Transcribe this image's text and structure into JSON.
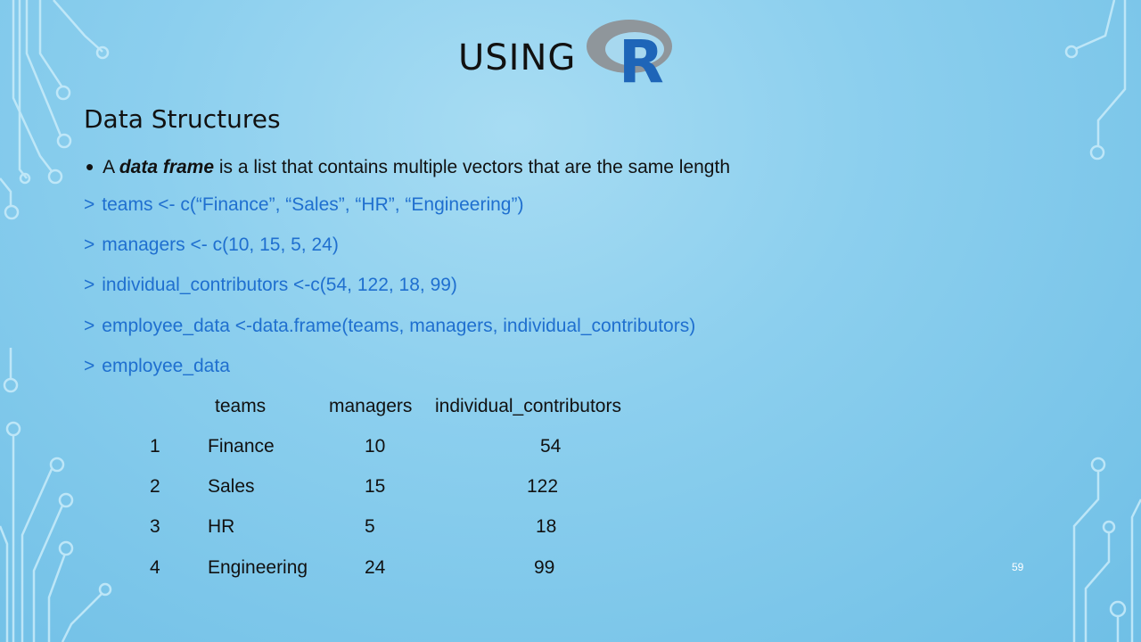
{
  "title": "USING",
  "logo": "R",
  "heading": "Data Structures",
  "bullet": {
    "before": "A",
    "emph": "data frame",
    "after": "is a list that contains multiple vectors that are the same length"
  },
  "code_lines": [
    {
      "prompt": ">",
      "text": "teams <- c(“Finance”, “Sales”, “HR”, “Engineering”)"
    },
    {
      "prompt": ">",
      "text": "managers <- c(10, 15, 5, 24)"
    },
    {
      "prompt": ">",
      "text": "individual_contributors <-c(54, 122, 18, 99)"
    },
    {
      "prompt": ">",
      "text": "employee_data <-data.frame(teams, managers, individual_contributors)"
    },
    {
      "prompt": ">",
      "text": "employee_data"
    }
  ],
  "table": {
    "headers": [
      "teams",
      "managers",
      "individual_contributors"
    ],
    "rows": [
      {
        "idx": "1",
        "team": "Finance",
        "managers": "10",
        "ic": "54"
      },
      {
        "idx": "2",
        "team": "Sales",
        "managers": "15",
        "ic": "122"
      },
      {
        "idx": "3",
        "team": "HR",
        "managers": "5",
        "ic": "18"
      },
      {
        "idx": "4",
        "team": "Engineering",
        "managers": "24",
        "ic": "99"
      }
    ]
  },
  "slide_number": "59",
  "colors": {
    "code": "#1f6fcf",
    "text": "#111111",
    "decor": "#c9ecfa"
  }
}
